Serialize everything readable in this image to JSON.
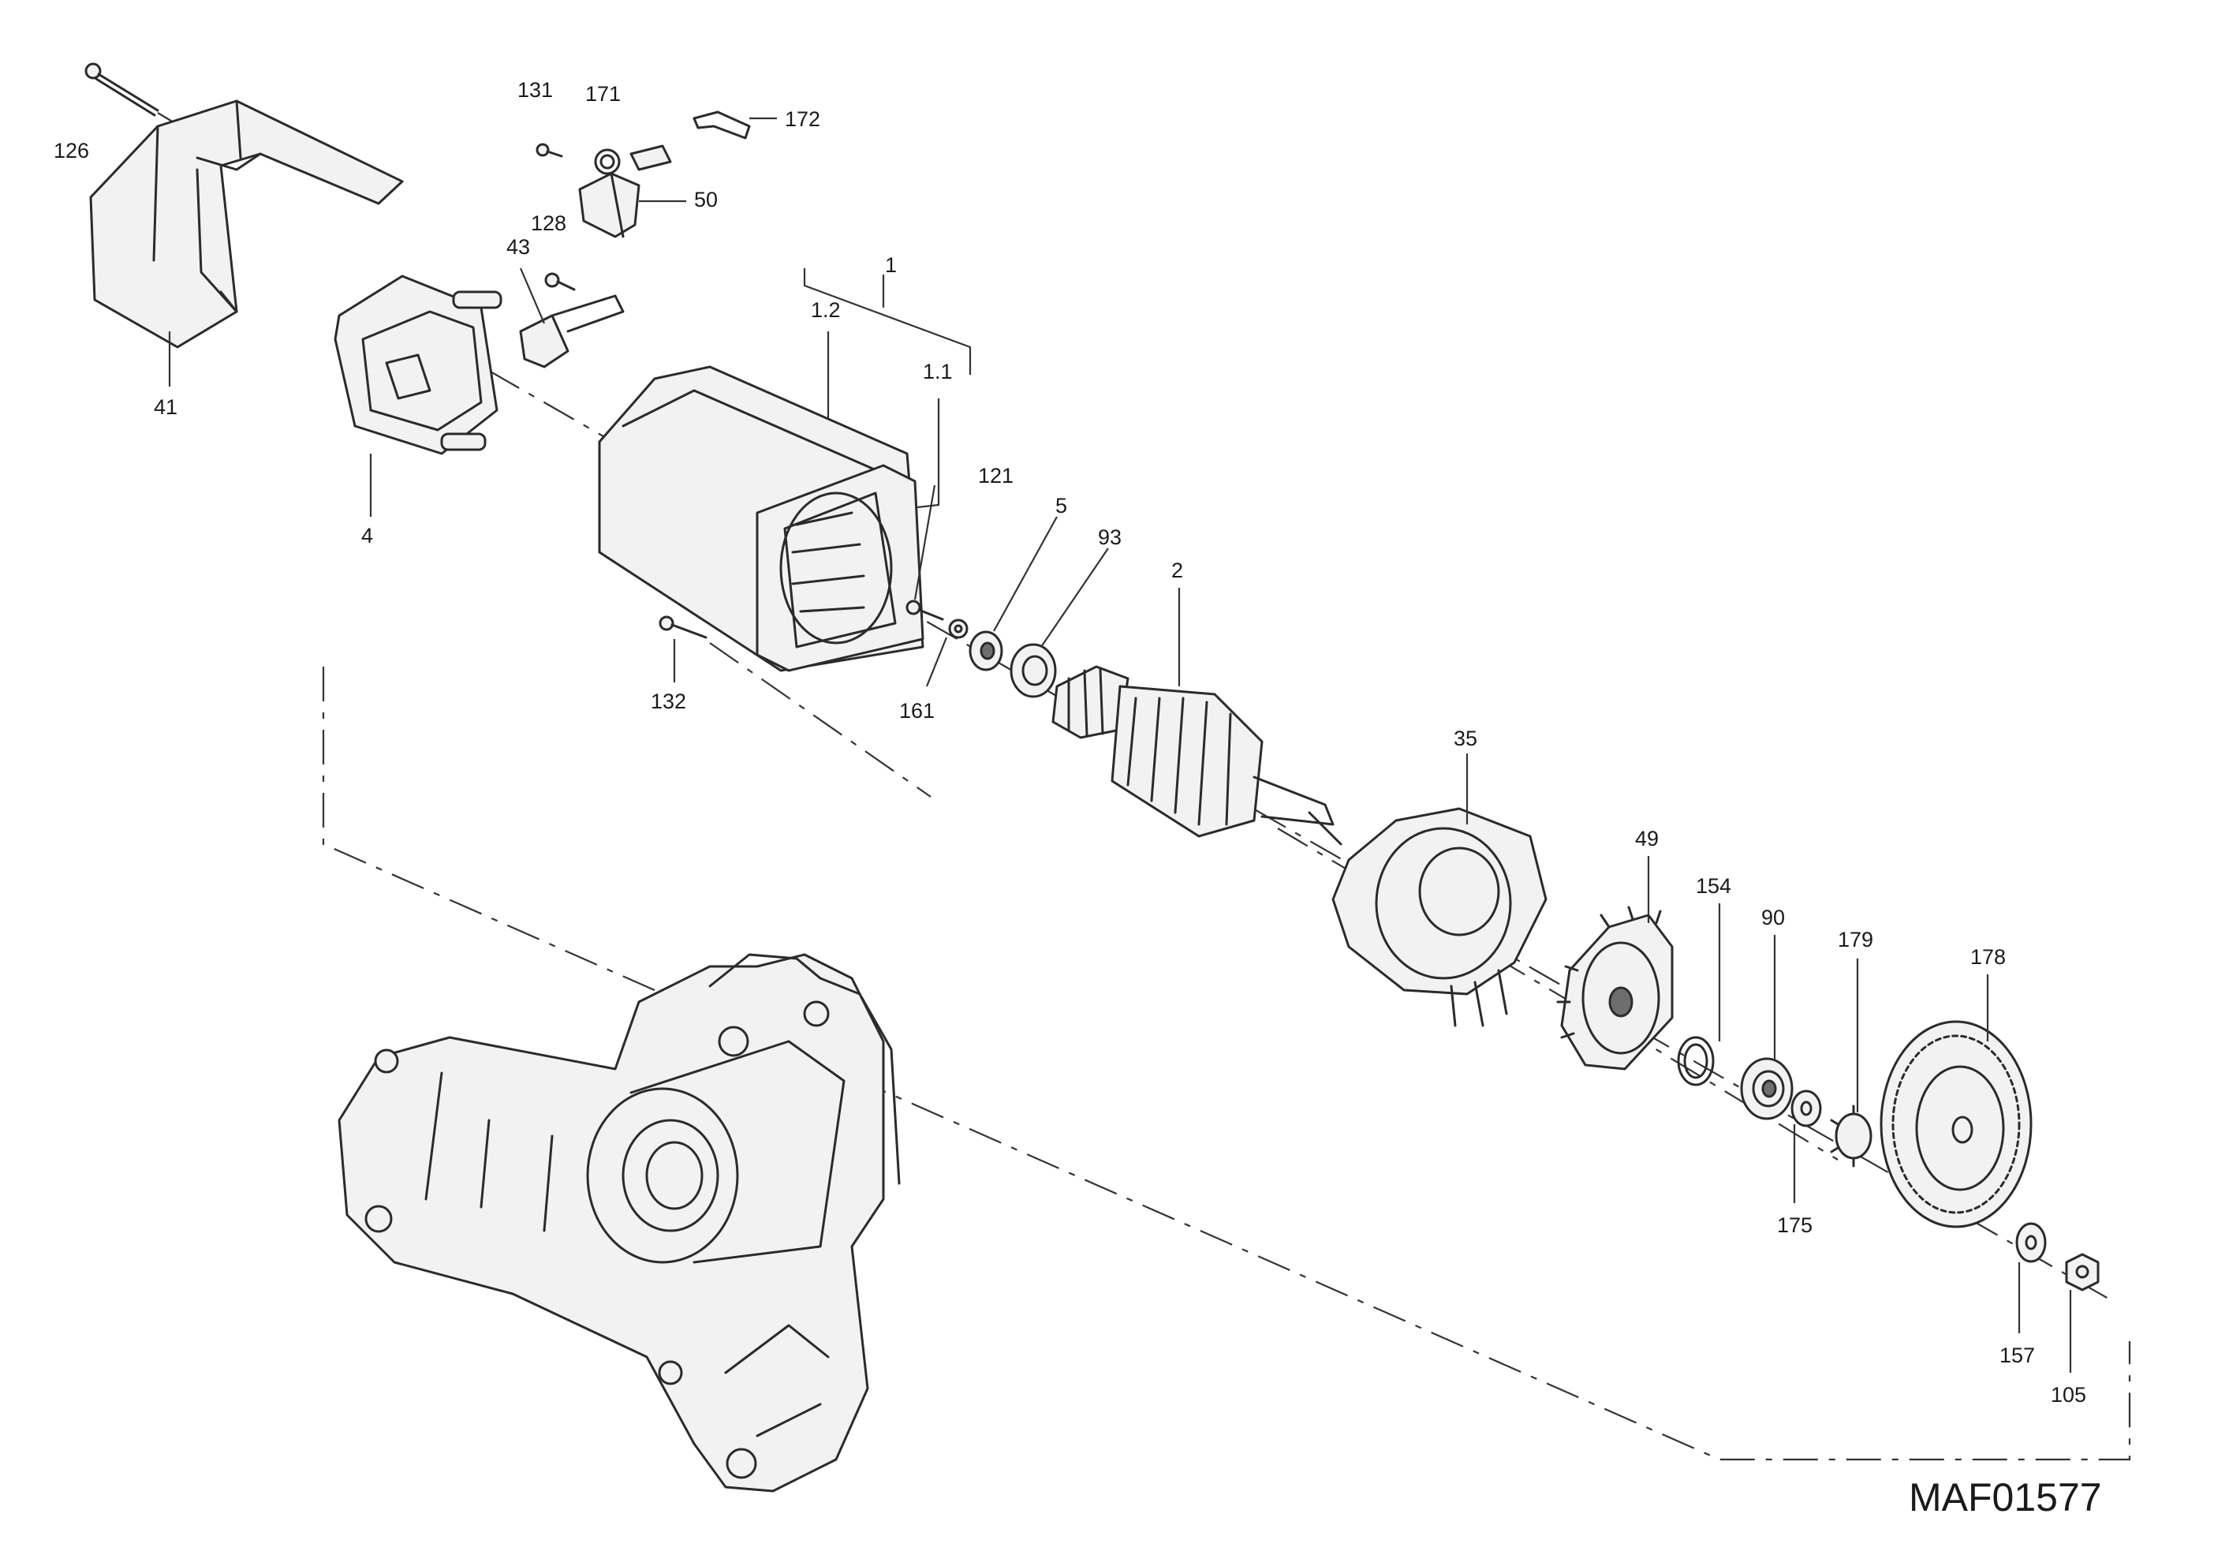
{
  "drawing_code": "MAF01577",
  "callouts": [
    {
      "id": "c126",
      "text": "126"
    },
    {
      "id": "c41",
      "text": "41"
    },
    {
      "id": "c4",
      "text": "4"
    },
    {
      "id": "c43",
      "text": "43"
    },
    {
      "id": "c128",
      "text": "128"
    },
    {
      "id": "c131",
      "text": "131"
    },
    {
      "id": "c171",
      "text": "171"
    },
    {
      "id": "c172",
      "text": "172"
    },
    {
      "id": "c50",
      "text": "50"
    },
    {
      "id": "c1",
      "text": "1"
    },
    {
      "id": "c1_2",
      "text": "1.2"
    },
    {
      "id": "c1_1",
      "text": "1.1"
    },
    {
      "id": "c121",
      "text": "121"
    },
    {
      "id": "c5",
      "text": "5"
    },
    {
      "id": "c93",
      "text": "93"
    },
    {
      "id": "c2",
      "text": "2"
    },
    {
      "id": "c132",
      "text": "132"
    },
    {
      "id": "c161",
      "text": "161"
    },
    {
      "id": "c35",
      "text": "35"
    },
    {
      "id": "c49",
      "text": "49"
    },
    {
      "id": "c154",
      "text": "154"
    },
    {
      "id": "c90",
      "text": "90"
    },
    {
      "id": "c179",
      "text": "179"
    },
    {
      "id": "c178",
      "text": "178"
    },
    {
      "id": "c175",
      "text": "175"
    },
    {
      "id": "c157",
      "text": "157"
    },
    {
      "id": "c105",
      "text": "105"
    }
  ]
}
